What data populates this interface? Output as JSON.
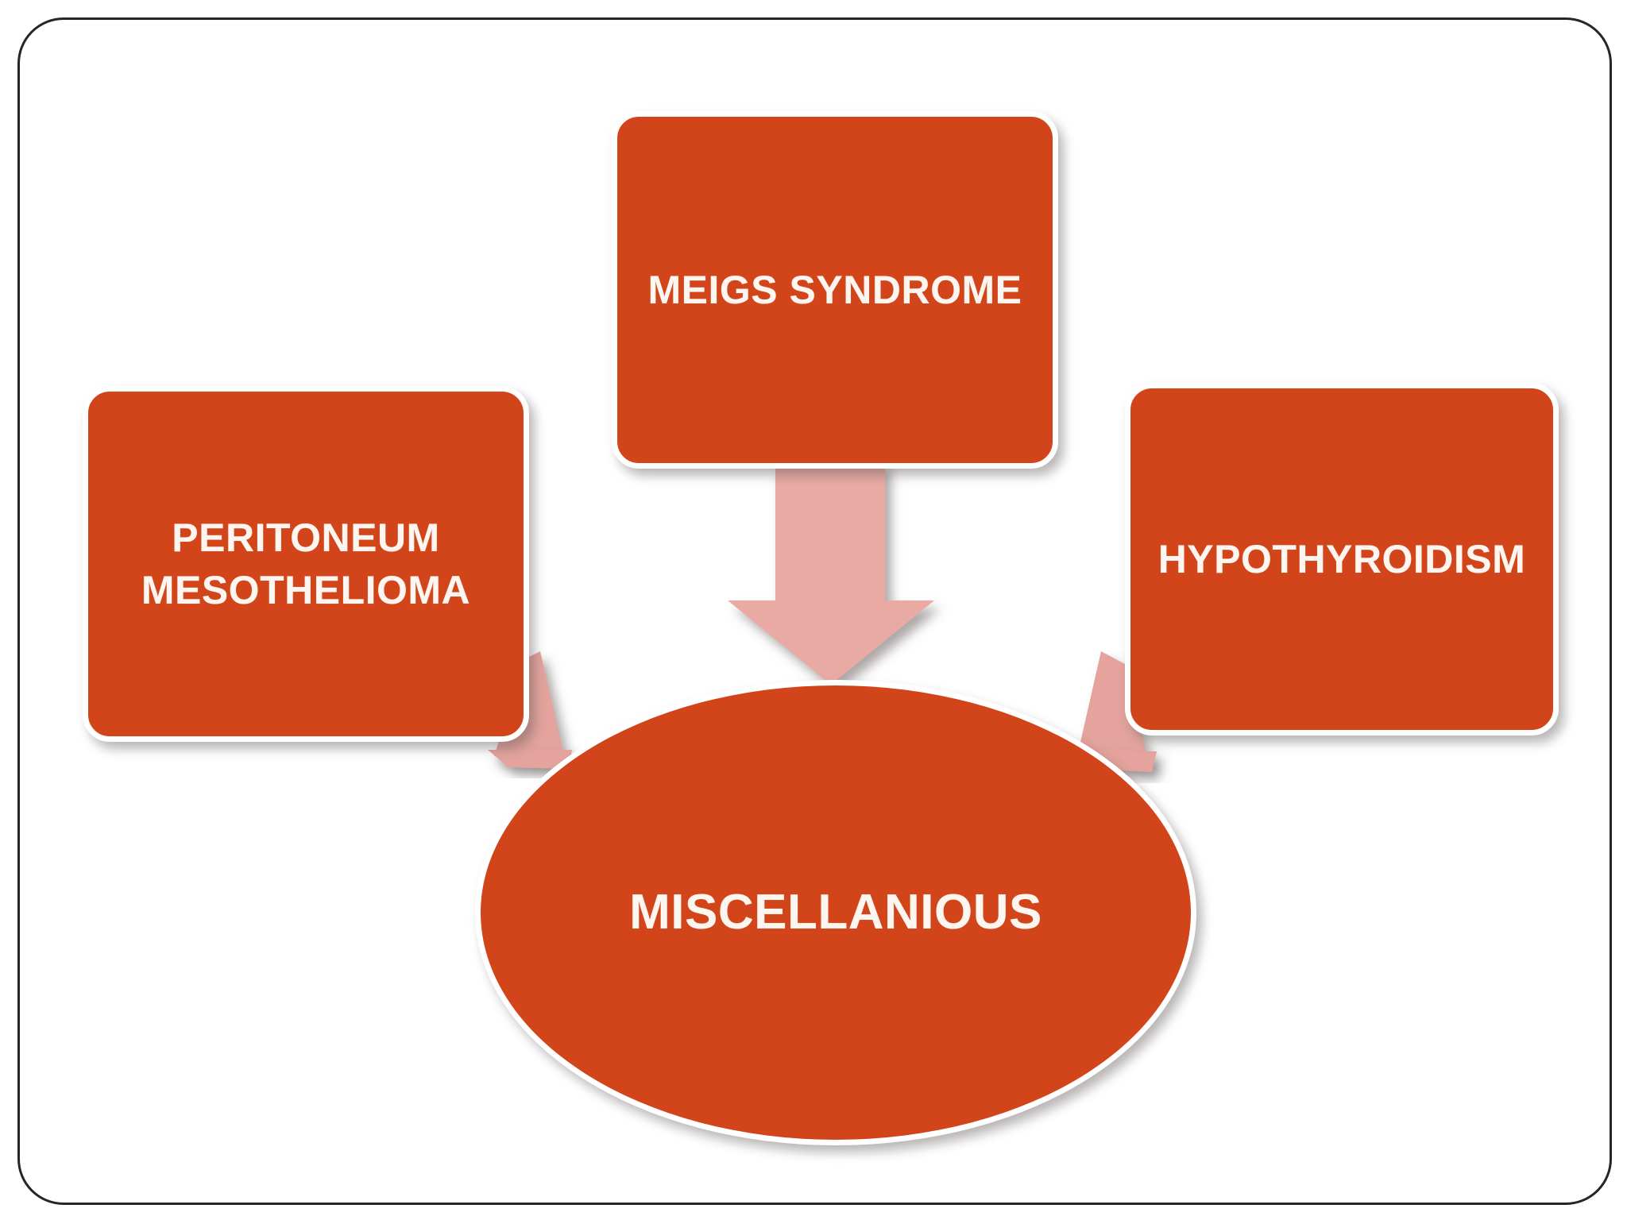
{
  "slide": {
    "background_color": "#ffffff",
    "frame_color": "#2b2327",
    "accent_color": "#d2451a",
    "arrow_color": "#e9a9a3",
    "text_color": "#fdf6f0"
  },
  "diagram": {
    "type": "converging-relationship",
    "center": {
      "id": "miscellanious",
      "shape": "ellipse",
      "label": "MISCELLANIOUS"
    },
    "nodes": [
      {
        "id": "peritoneum",
        "shape": "rounded-rectangle",
        "label": "PERITONEUM MESOTHELIOMA",
        "position": "left"
      },
      {
        "id": "meigs",
        "shape": "rounded-rectangle",
        "label": "MEIGS SYNDROME",
        "position": "top-center"
      },
      {
        "id": "hypothyroidism",
        "shape": "rounded-rectangle",
        "label": "HYPOTHYROIDISM",
        "position": "right"
      }
    ],
    "connectors": [
      {
        "id": "arrow-meigs-to-center",
        "from": "meigs",
        "to": "miscellanious",
        "direction": "down"
      },
      {
        "id": "arrow-peritoneum-to-center",
        "from": "peritoneum",
        "to": "miscellanious",
        "direction": "down-right"
      },
      {
        "id": "arrow-hypothyroidism-to-center",
        "from": "hypothyroidism",
        "to": "miscellanious",
        "direction": "down-left"
      }
    ]
  }
}
